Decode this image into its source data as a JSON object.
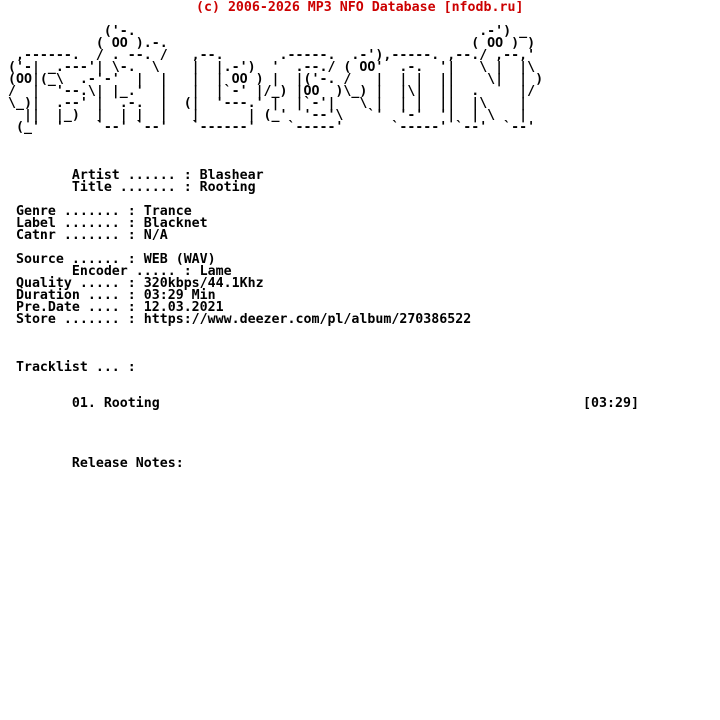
{
  "page": {
    "background_color": "#ffffff",
    "text_color": "#000000"
  },
  "header": {
    "copyright": "(c) 2006-2026 MP3 NFO Database [nfodb.ru]",
    "color": "#cc0000"
  },
  "ascii_logo": {
    "group_name": "FALCON",
    "style": "figlet-ghost-owl",
    "lines": [
      "             ('-.                                           .-') _",
      "            ( OO ).-.                                      ( OO ) )",
      "  ,------.  / . --. /   ,--.       .-----.  .-'),-----. ,--./ ,--,'",
      " ('-| _.---'| \\-.  \\    |  |.-')  '  .--./ ( OO'  .-.  '|   \\ |  |\\",
      " (OO|(_\\  .-'-'  |  |   |  | OO ) |  |('-. /   |  | |  ||    \\|  | )",
      " /  |  '--.\\| |_.'  |   |  |`-' |/_) |OO  )\\_) |  |\\|  ||  .     |/",
      " \\_)|  .--' |  .-.  |  (|  '---.' |  |`-'|   \\ |  | |  ||  |\\    |",
      "   ||  |_)  |  | |  |   |      | (_'  '--'\\   `'  '-'  '|  | \\   |",
      "  (_'  '    `--' `--'   `------'    `-----'      `-----' `--'  `--'"
    ]
  },
  "release": {
    "artist_label": "Artist ......",
    "artist": "Blashear",
    "title_label": "Title .......",
    "title": "Rooting",
    "genre_label": "Genre .......",
    "genre": "Trance",
    "label_label": "Label .......",
    "label": "Blacknet",
    "catnr_label": "Catnr .......",
    "catnr": "N/A",
    "source_label": "Source ......",
    "source": "WEB (WAV)",
    "encoder_label": "Encoder .....",
    "encoder": "Lame",
    "quality_label": "Quality .....",
    "quality": "320kbps/44.1Khz",
    "duration_label": "Duration ....",
    "duration": "03:29 Min",
    "predate_label": "Pre.Date ....",
    "predate": "12.03.2021",
    "store_label": "Store .......",
    "store": "https://www.deezer.com/pl/album/270386522"
  },
  "tracklist": {
    "heading": "Tracklist ... :",
    "tracks": [
      {
        "number": "01.",
        "title": "Rooting",
        "duration": "[03:29]"
      }
    ]
  },
  "release_notes_label": "Release Notes:",
  "release_text_lines": [
    "",
    "",
    "",
    "         Artist ...... : Blashear",
    "         Title ....... : Rooting",
    "",
    "  Genre ....... : Trance",
    "  Label ....... : Blacknet",
    "  Catnr ....... : N/A",
    "",
    "  Source ...... : WEB (WAV)",
    "         Encoder ..... : Lame",
    "  Quality ..... : 320kbps/44.1Khz",
    "  Duration .... : 03:29 Min",
    "  Pre.Date .... : 12.03.2021",
    "  Store ....... : https://www.deezer.com/pl/album/270386522",
    "",
    "",
    "",
    "  Tracklist ... :",
    "",
    "",
    "         01. Rooting                                                     [03:29]",
    "",
    "",
    "",
    "",
    "         Release Notes:"
  ]
}
